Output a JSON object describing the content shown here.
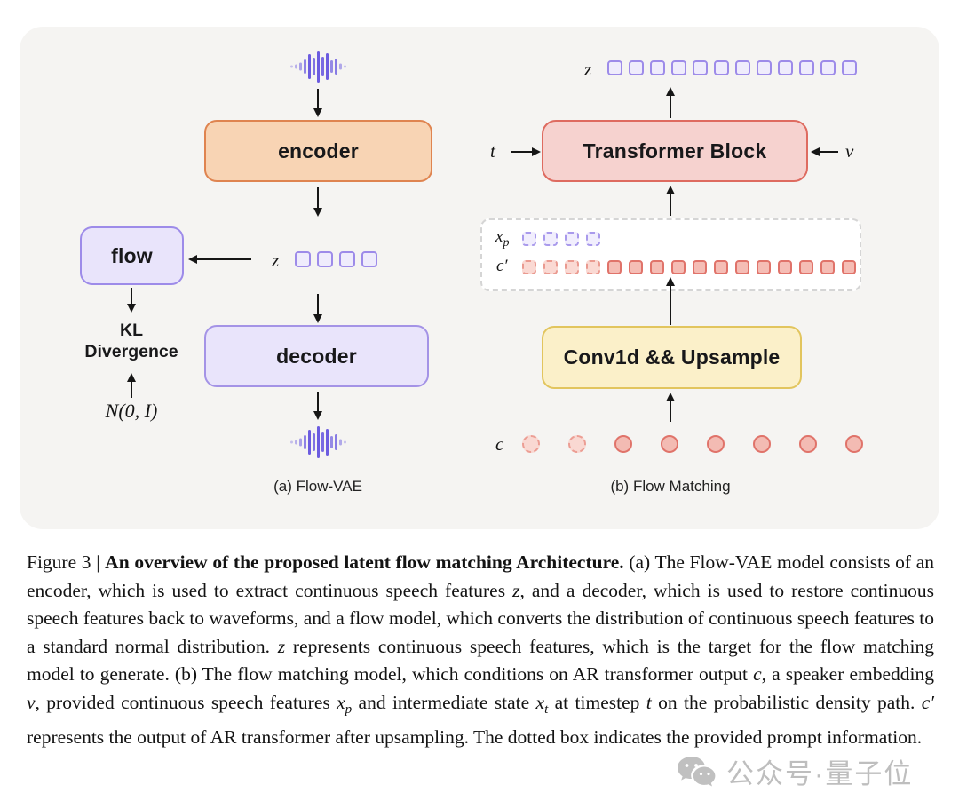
{
  "figure": {
    "flow_vae": {
      "encoder_label": "encoder",
      "flow_label": "flow",
      "decoder_label": "decoder",
      "kl_line1": "KL",
      "kl_line2": "Divergence",
      "normal_dist_label": "N(0, I)",
      "z_label": "z",
      "z_tokens": {
        "count": 4,
        "dashed": 0,
        "shape": "sq",
        "color": "purple"
      },
      "caption": "(a) Flow-VAE"
    },
    "flow_matching": {
      "z_label": "z",
      "z_tokens": {
        "count": 12,
        "dashed": 0,
        "shape": "sq",
        "color": "purple"
      },
      "transformer_label": "Transformer Block",
      "t_label": "t",
      "v_label": "v",
      "xp_label_base": "x",
      "xp_label_sub": "p",
      "xp_tokens": {
        "count": 4,
        "dashed": 4,
        "shape": "sq",
        "color": "purple"
      },
      "cprime_label": "c′",
      "cprime_tokens": {
        "count": 16,
        "dashed": 4,
        "shape": "sq",
        "color": "pink"
      },
      "conv_label": "Conv1d && Upsample",
      "c_label": "c",
      "c_tokens": {
        "count": 8,
        "dashed": 2,
        "shape": "circle",
        "color": "pink"
      },
      "caption": "(b) Flow Matching"
    }
  },
  "caption": {
    "segments": [
      {
        "t": "Figure 3 | ",
        "s": "n"
      },
      {
        "t": "An overview of the proposed latent flow matching Architecture.",
        "s": "b"
      },
      {
        "t": " (a) The Flow-VAE model consists of an encoder, which is used to extract continuous speech features ",
        "s": "n"
      },
      {
        "t": "z",
        "s": "i"
      },
      {
        "t": ", and a decoder, which is used to restore continuous speech features back to waveforms, and a flow model, which converts the distribution of continuous speech features to a standard normal distribution. ",
        "s": "n"
      },
      {
        "t": "z",
        "s": "i"
      },
      {
        "t": " represents continuous speech features, which is the target for the flow matching model to generate. (b) The flow matching model, which conditions on AR transformer output ",
        "s": "n"
      },
      {
        "t": "c",
        "s": "i"
      },
      {
        "t": ", a speaker embedding ",
        "s": "n"
      },
      {
        "t": "v",
        "s": "i"
      },
      {
        "t": ", provided continuous speech features ",
        "s": "n"
      },
      {
        "t": "x",
        "s": "i"
      },
      {
        "t": "p",
        "s": "s"
      },
      {
        "t": " and intermediate state ",
        "s": "n"
      },
      {
        "t": "x",
        "s": "i"
      },
      {
        "t": "t",
        "s": "s"
      },
      {
        "t": " at timestep ",
        "s": "n"
      },
      {
        "t": "t",
        "s": "i"
      },
      {
        "t": " on the probabilistic density path. ",
        "s": "n"
      },
      {
        "t": "c′",
        "s": "i"
      },
      {
        "t": " represents the output of AR transformer after upsampling. The dotted box indicates the provided prompt information.",
        "s": "n"
      }
    ]
  },
  "watermark": {
    "icon": "wechat-icon",
    "text": "公众号·量子位"
  },
  "colors": {
    "panel_bg": "#f5f4f2",
    "encoder_fill": "#f8d4b4",
    "encoder_border": "#df8450",
    "purple_fill": "#e9e4fb",
    "purple_border": "#9d8be9",
    "transformer_fill": "#f6d2cf",
    "transformer_border": "#de6b60",
    "conv_fill": "#fbf0c9",
    "conv_border": "#e2c55e",
    "token_pink_border": "#e0736a",
    "token_pink_fill": "#f5bdb5",
    "waveform": "#6c5ce0",
    "arrow": "#161616",
    "watermark_gray": "#a9a9a9"
  }
}
